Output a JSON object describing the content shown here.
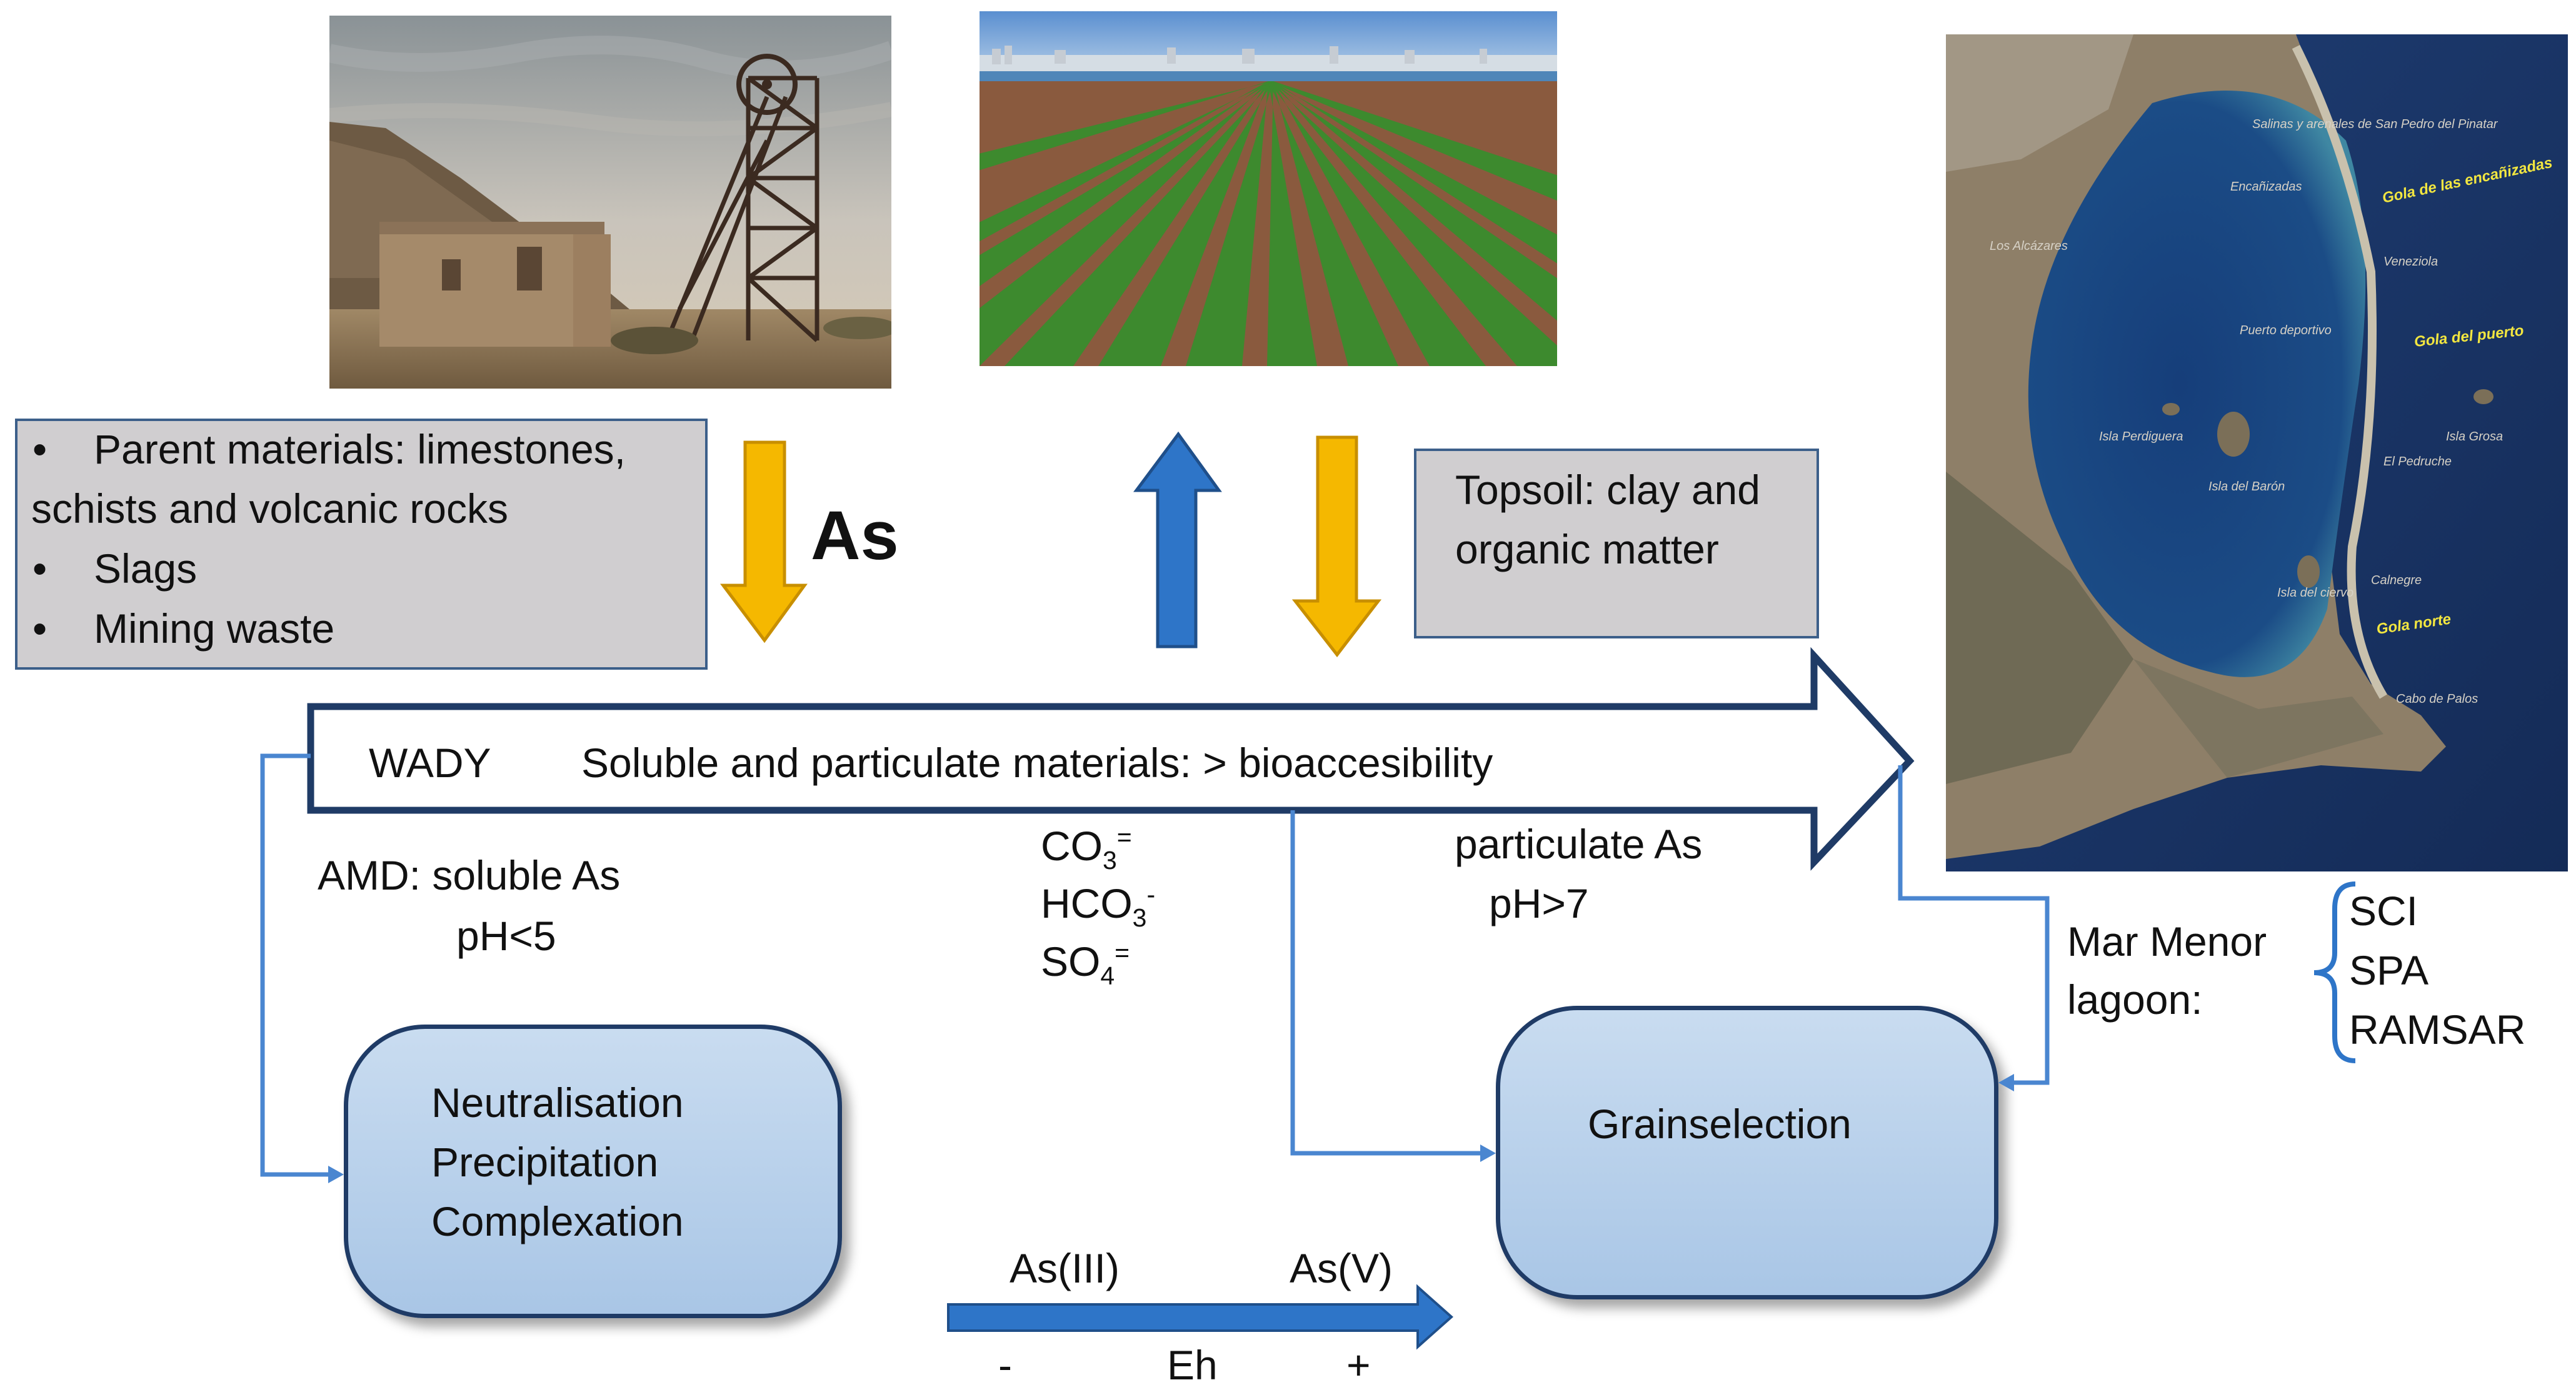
{
  "left_box": {
    "bullets": [
      "Parent materials: limestones,",
      "Slags",
      "Mining waste"
    ],
    "continuation": "schists and volcanic rocks"
  },
  "as_label": "As",
  "topsoil": {
    "line1": "Topsoil: clay and",
    "line2": "organic matter"
  },
  "main_arrow": {
    "wady": "WADY",
    "text": "Soluble and particulate materials: > bioaccesibility"
  },
  "amd": {
    "line1": "AMD: soluble As",
    "line2": "pH<5"
  },
  "ions": {
    "co3": {
      "base": "CO",
      "sub": "3",
      "sup": "="
    },
    "hco3": {
      "base": "HCO",
      "sub": "3",
      "sup": "-"
    },
    "so4": {
      "base": "SO",
      "sub": "4",
      "sup": "="
    }
  },
  "particulate": {
    "line1": "particulate As",
    "line2": "pH>7"
  },
  "neutral_box": [
    "Neutralisation",
    "Precipitation",
    "Complexation"
  ],
  "grain_box": "Grainselection",
  "redox": {
    "left": "As(III)",
    "right": "As(V)",
    "minus": "-",
    "eh": "Eh",
    "plus": "+"
  },
  "mar_menor": {
    "line1": "Mar Menor",
    "line2": "lagoon:",
    "designations": [
      "SCI",
      "SPA",
      "RAMSAR"
    ]
  },
  "map_labels": {
    "yellow": [
      "Gola de las encañizadas",
      "Gola del puerto",
      "Gola norte"
    ],
    "white": [
      "Salinas y arenales de San Pedro del Pinatar",
      "Encañizadas",
      "Los Alcázares",
      "Veneziola",
      "Puerto deportivo",
      "Isla Perdiguera",
      "Isla del Barón",
      "El Pedruche",
      "Isla Grosa",
      "Isla del ciervo",
      "Calnegre",
      "Cabo de Palos"
    ]
  },
  "colors": {
    "yellow_arrow": "#f5b800",
    "blue_arrow": "#2e75c8",
    "dark_outline": "#1f3b66",
    "connector": "#4a86d0",
    "grey_box": "#d0ced0",
    "round_box": "#b9d1ec"
  }
}
